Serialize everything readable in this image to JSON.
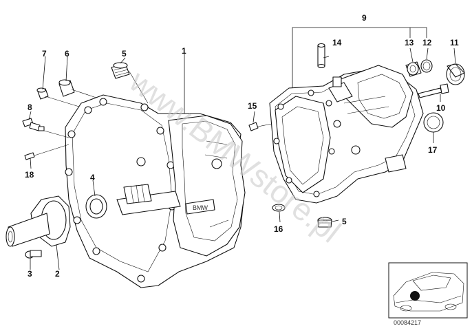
{
  "watermark": "www.BMWstore.pl",
  "doc_id": "00084217",
  "callouts": [
    {
      "id": "c1",
      "label": "1"
    },
    {
      "id": "c2",
      "label": "2"
    },
    {
      "id": "c3",
      "label": "3"
    },
    {
      "id": "c4",
      "label": "4"
    },
    {
      "id": "c5a",
      "label": "5"
    },
    {
      "id": "c5b",
      "label": "5"
    },
    {
      "id": "c6",
      "label": "6"
    },
    {
      "id": "c7",
      "label": "7"
    },
    {
      "id": "c8",
      "label": "8"
    },
    {
      "id": "c9",
      "label": "9"
    },
    {
      "id": "c10",
      "label": "10"
    },
    {
      "id": "c11",
      "label": "11"
    },
    {
      "id": "c12",
      "label": "12"
    },
    {
      "id": "c13",
      "label": "13"
    },
    {
      "id": "c14",
      "label": "14"
    },
    {
      "id": "c15",
      "label": "15"
    },
    {
      "id": "c16",
      "label": "16"
    },
    {
      "id": "c17",
      "label": "17"
    },
    {
      "id": "c18",
      "label": "18"
    }
  ],
  "housing_logo": "BMW"
}
